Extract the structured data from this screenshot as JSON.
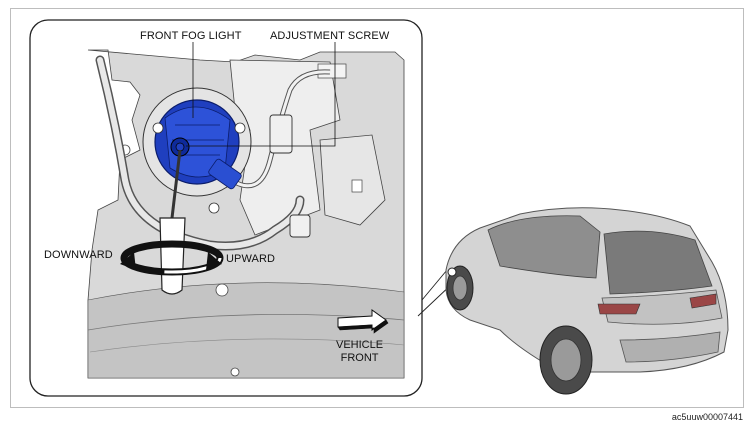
{
  "labels": {
    "front_fog_light": "FRONT FOG LIGHT",
    "adjustment_screw": "ADJUSTMENT SCREW",
    "downward": "DOWNWARD",
    "upward": "UPWARD",
    "vehicle_front_line1": "VEHICLE",
    "vehicle_front_line2": "FRONT"
  },
  "figure_id": "ac5uuw00007441",
  "colors": {
    "fog_light_blue": "#1f3fbf",
    "panel_gray": "#cfcfcf",
    "car_gray": "#bdbdbd",
    "outline": "#222222"
  }
}
